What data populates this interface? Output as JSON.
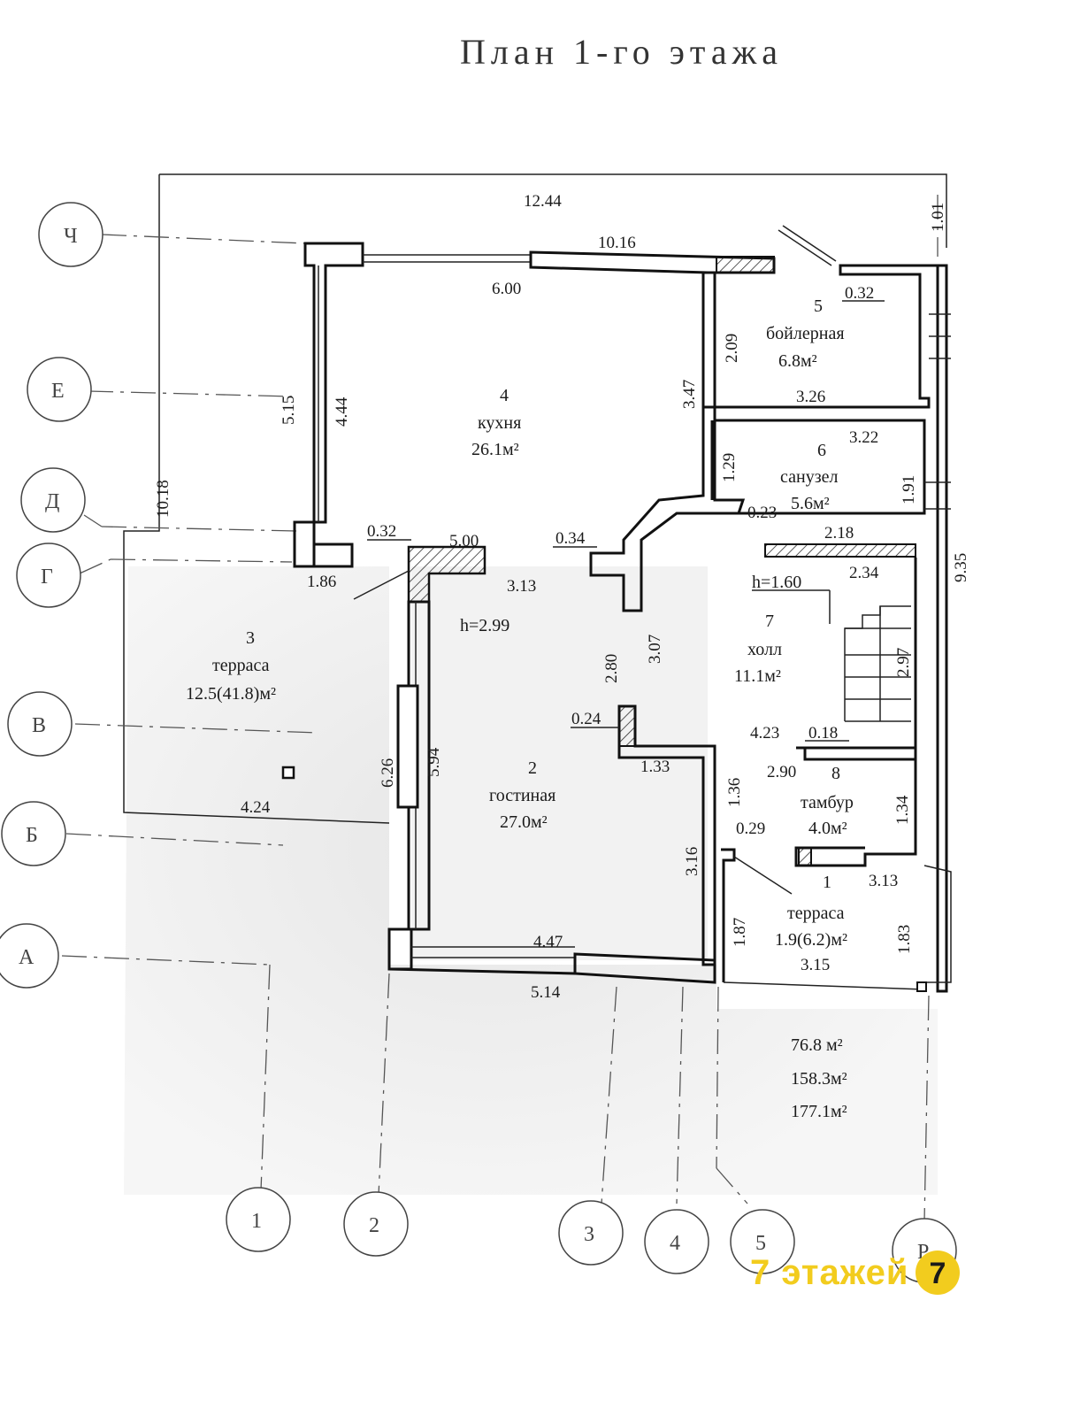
{
  "title": "План 1-го этажа",
  "colors": {
    "ink": "#111111",
    "stipple": "#e8e8e8",
    "hatch": "#222222",
    "brand": "#f2cc1e"
  },
  "axes": {
    "rows": [
      "Ч",
      "Е",
      "Д",
      "Г",
      "В",
      "Б",
      "А"
    ],
    "cols": [
      "1",
      "2",
      "3",
      "4",
      "5",
      "Р"
    ]
  },
  "rooms": [
    {
      "number": "1",
      "name": "терраса",
      "area": "1.9(6.2)м²"
    },
    {
      "number": "2",
      "name": "гостиная",
      "area": "27.0м²"
    },
    {
      "number": "3",
      "name": "терраса",
      "area": "12.5(41.8)м²"
    },
    {
      "number": "4",
      "name": "кухня",
      "area": "26.1м²"
    },
    {
      "number": "5",
      "name": "бойлерная",
      "area": "6.8м²"
    },
    {
      "number": "6",
      "name": "санузел",
      "area": "5.6м²"
    },
    {
      "number": "7",
      "name": "холл",
      "area": "11.1м²"
    },
    {
      "number": "8",
      "name": "тамбур",
      "area": "4.0м²"
    }
  ],
  "heights": [
    "h=2.99",
    "h=1.60"
  ],
  "dimensions": [
    "12.44",
    "10.16",
    "1.01",
    "6.00",
    "0.32",
    "2.09",
    "3.47",
    "5.15",
    "4.44",
    "3.26",
    "3.22",
    "1.29",
    "1.91",
    "10.18",
    "0.23",
    "2.18",
    "9.35",
    "0.32",
    "5.00",
    "0.34",
    "1.86",
    "3.13",
    "2.34",
    "2.80",
    "3.07",
    "2.97",
    "0.24",
    "4.23",
    "0.18",
    "6.26",
    "5.94",
    "1.33",
    "1.36",
    "2.90",
    "1.34",
    "4.24",
    "0.29",
    "3.16",
    "3.13",
    "1.87",
    "1.83",
    "3.15",
    "4.47",
    "5.14"
  ],
  "totals": [
    "76.8 м²",
    "158.3м²",
    "177.1м²"
  ],
  "watermark": {
    "text": "7 этажей",
    "logo": "7"
  }
}
